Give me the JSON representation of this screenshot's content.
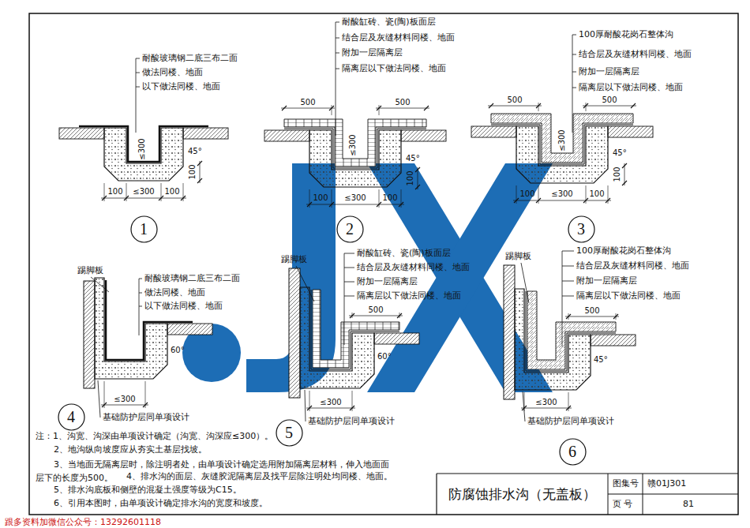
{
  "diagram": {
    "title": "防腐蚀排水沟（无盖板）",
    "nodes": [
      {
        "text": [
          "1"
        ]
      },
      {
        "text": [
          "2"
        ]
      },
      {
        "text": [
          "3"
        ]
      },
      {
        "text": [
          "4"
        ]
      },
      {
        "text": [
          "5"
        ]
      },
      {
        "text": [
          "6"
        ]
      }
    ],
    "labels": [
      "耐酸玻璃钢二底三布二面",
      "做法同楼、地面",
      "以下做法同楼、地面",
      "≤300",
      "100",
      "45°",
      "100",
      "≤300",
      "100",
      "耐酸缸砖、瓷(陶)板面层",
      "结合层及灰缝材料同楼、地面",
      "附加一层隔离层",
      "隔离层以下做法同楼、地面",
      "500",
      "500",
      "≤300",
      "45°",
      "100",
      "100",
      "≤300",
      "100",
      "100厚耐酸花岗石整体沟",
      "结合层及灰缝材料同楼、地面",
      "附加一层隔离层",
      "隔离层以下做法同楼、地面",
      "500",
      "500",
      "≤300",
      "45°",
      "100",
      "100",
      "≤300",
      "100",
      "踢脚板",
      "耐酸玻璃钢二底三布二面",
      "做法同楼、地面",
      "以下做法同楼、地面",
      "60°",
      "≤300",
      "基础防护层同单项设计",
      "踢脚板",
      "耐酸缸砖、瓷(陶)板面层",
      "结合层及灰缝材料同楼、地面",
      "附加一层隔离层",
      "隔离层以下做法同楼、地面",
      "500",
      "60°",
      "≤300",
      "基础防护层同单项设计",
      "踢脚板",
      "100厚耐酸花岗石整体沟",
      "结合层及灰缝材料同楼、地面",
      "附加一层隔离层",
      "隔离层以下做法同楼、地面",
      "500",
      "45°",
      "≤300",
      "基础防护层同单项设计",
      "注：1、沟宽、沟深由单项设计确定（沟宽、沟深应≤300）。",
      "2、地沟纵向坡度应从夯实土基层找坡。",
      "3、当地面无隔离层时，除注明者处，由单项设计确定选用附加隔离层材料，伸入地面面 层下的长度为500。",
      "4、排水沟的面层、灰缝胶泥隔离层及找平层除注明处均同楼、地面。",
      "5、排水沟底板和侧壁的混凝土强度等级为C15。",
      "6、引用本图时，由单项设计确定排水沟的宽度和坡度。",
      "图集号",
      "赣01J301",
      "页 号",
      "81",
      "跟多资料加微信公众号：13292601118"
    ]
  }
}
